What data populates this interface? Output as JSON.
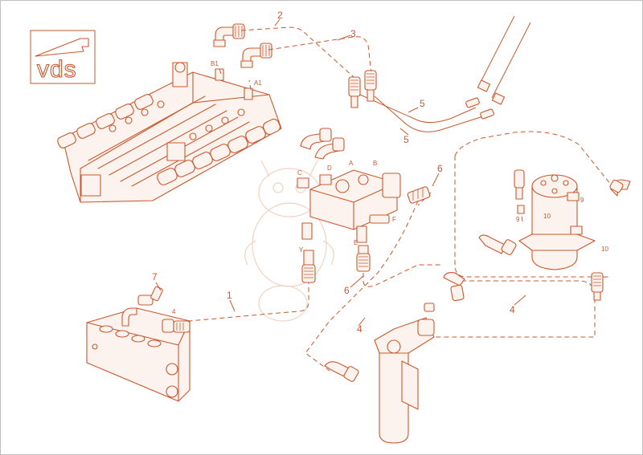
{
  "logo": {
    "text": "vds"
  },
  "callouts": {
    "c1": "1",
    "c2": "2",
    "c3": "3",
    "c4a": "4",
    "c4b": "4",
    "c4c": "4",
    "c5a": "5",
    "c5b": "5",
    "c6a": "6",
    "c6b": "6",
    "c7": "7",
    "c9a": "9",
    "c9b": "9",
    "c10a": "10",
    "c10b": "10"
  },
  "ports": {
    "b1": "B1",
    "a1": "A1",
    "a": "A",
    "b": "B",
    "c": "C",
    "d": "D",
    "e": "E",
    "f": "F",
    "y": "Y"
  },
  "colors": {
    "line": "#c9582e",
    "fill": "#fdf3ee",
    "watermark": "#f1d2c4"
  }
}
